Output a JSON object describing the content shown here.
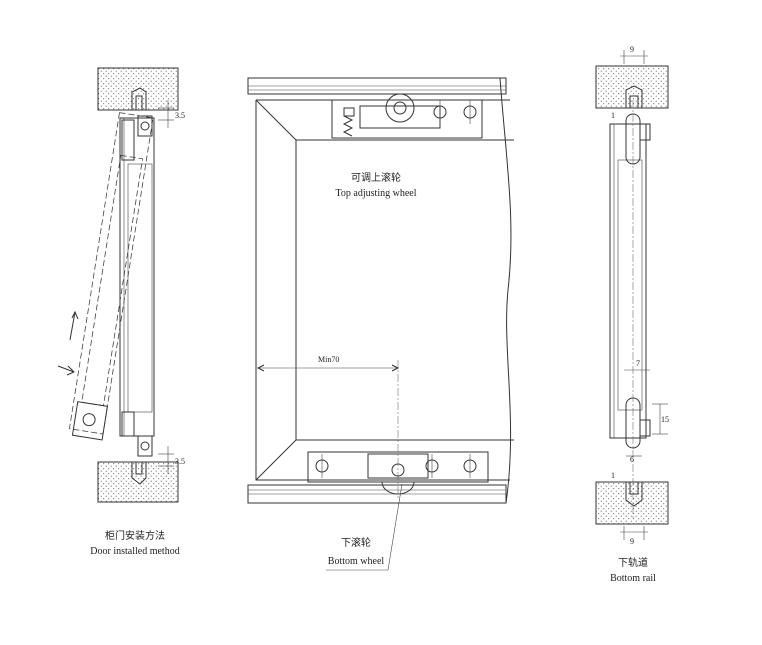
{
  "labels": {
    "door_installed_cn": "柜门安装方法",
    "door_installed_en": "Door installed method",
    "top_wheel_cn": "可调上滚轮",
    "top_wheel_en": "Top adjusting wheel",
    "bottom_wheel_cn": "下滚轮",
    "bottom_wheel_en": "Bottom wheel",
    "bottom_rail_cn": "下轨道",
    "bottom_rail_en": "Bottom rail",
    "min70": "Min70"
  },
  "dimensions": {
    "gap_top": "3.5",
    "gap_bottom": "3.5",
    "rail_width_top": "9",
    "rail_width_bottom": "9",
    "offset_small_top": "1",
    "offset_small_bottom": "1",
    "profile_depth": "7",
    "wheel_height": "15",
    "wheel_width": "6"
  },
  "colors": {
    "line": "#333333",
    "wall_dots": "#555555"
  }
}
